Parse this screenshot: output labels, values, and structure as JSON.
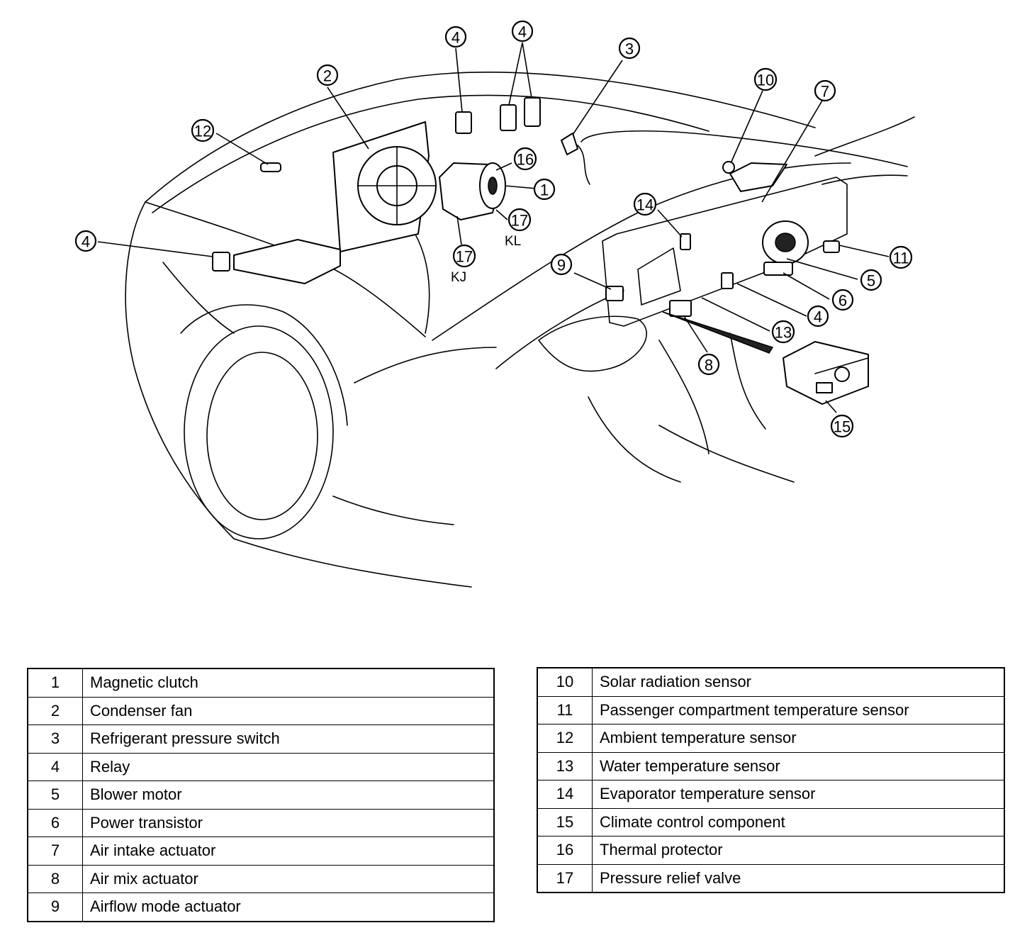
{
  "callouts": [
    {
      "id": "1",
      "label": "1"
    },
    {
      "id": "2",
      "label": "2"
    },
    {
      "id": "3",
      "label": "3"
    },
    {
      "id": "4a",
      "label": "4"
    },
    {
      "id": "4b",
      "label": "4"
    },
    {
      "id": "4c",
      "label": "4"
    },
    {
      "id": "4d",
      "label": "4"
    },
    {
      "id": "5",
      "label": "5"
    },
    {
      "id": "6",
      "label": "6"
    },
    {
      "id": "7",
      "label": "7"
    },
    {
      "id": "8",
      "label": "8"
    },
    {
      "id": "9",
      "label": "9"
    },
    {
      "id": "10",
      "label": "10"
    },
    {
      "id": "11",
      "label": "11"
    },
    {
      "id": "12",
      "label": "12"
    },
    {
      "id": "13",
      "label": "13"
    },
    {
      "id": "14",
      "label": "14"
    },
    {
      "id": "15",
      "label": "15"
    },
    {
      "id": "16",
      "label": "16"
    },
    {
      "id": "17a",
      "label": "17"
    },
    {
      "id": "17b",
      "label": "17"
    }
  ],
  "tags": {
    "kl": "KL",
    "kj": "KJ"
  },
  "legend_left": [
    {
      "num": "1",
      "desc": "Magnetic clutch"
    },
    {
      "num": "2",
      "desc": "Condenser fan"
    },
    {
      "num": "3",
      "desc": "Refrigerant pressure switch"
    },
    {
      "num": "4",
      "desc": "Relay"
    },
    {
      "num": "5",
      "desc": "Blower motor"
    },
    {
      "num": "6",
      "desc": "Power transistor"
    },
    {
      "num": "7",
      "desc": "Air intake actuator"
    },
    {
      "num": "8",
      "desc": "Air mix actuator"
    },
    {
      "num": "9",
      "desc": "Airflow mode actuator"
    }
  ],
  "legend_right": [
    {
      "num": "10",
      "desc": "Solar radiation sensor"
    },
    {
      "num": "11",
      "desc": "Passenger compartment temperature sensor"
    },
    {
      "num": "12",
      "desc": "Ambient temperature sensor"
    },
    {
      "num": "13",
      "desc": "Water temperature sensor"
    },
    {
      "num": "14",
      "desc": "Evaporator temperature sensor"
    },
    {
      "num": "15",
      "desc": "Climate control component"
    },
    {
      "num": "16",
      "desc": "Thermal protector"
    },
    {
      "num": "17",
      "desc": "Pressure relief valve"
    }
  ]
}
